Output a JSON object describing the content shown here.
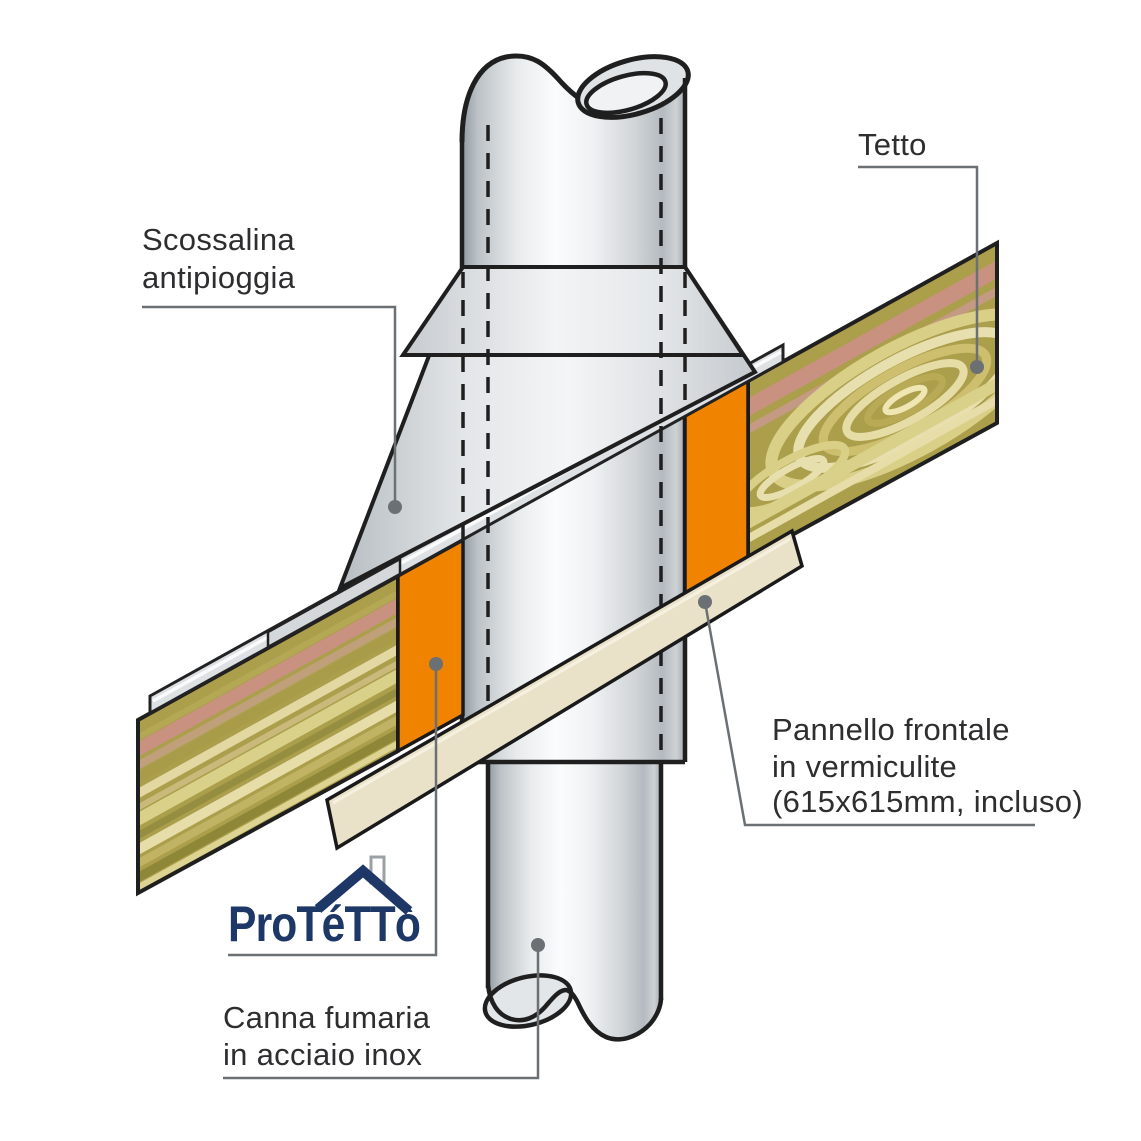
{
  "diagram": {
    "labels": {
      "tetto": "Tetto",
      "scossalina_line1": "Scossalina",
      "scossalina_line2": "antipioggia",
      "pannello_line1": "Pannello frontale",
      "pannello_line2": "in vermiculite",
      "pannello_line3": "(615x615mm, incluso)",
      "canna_line1": "Canna fumaria",
      "canna_line2": "in acciaio inox"
    },
    "logo": {
      "text": "ProTéTTò"
    },
    "colors": {
      "vermiculite_orange": "#F08300",
      "wood_olive": "#AB9F4C",
      "wood_pink_streak": "#C9917F",
      "wood_cream_streak": "#E8DFAE",
      "front_panel_cream": "#EAE1C9",
      "pipe_silver_light": "#F8F9FA",
      "pipe_silver_dark": "#9199A0",
      "flashing_gray": "#DEE1E4",
      "outline_dark": "#1F1F1F",
      "leader_gray": "#6B7075",
      "logo_navy": "#1D3866",
      "text_dark": "#2E2E30"
    }
  }
}
